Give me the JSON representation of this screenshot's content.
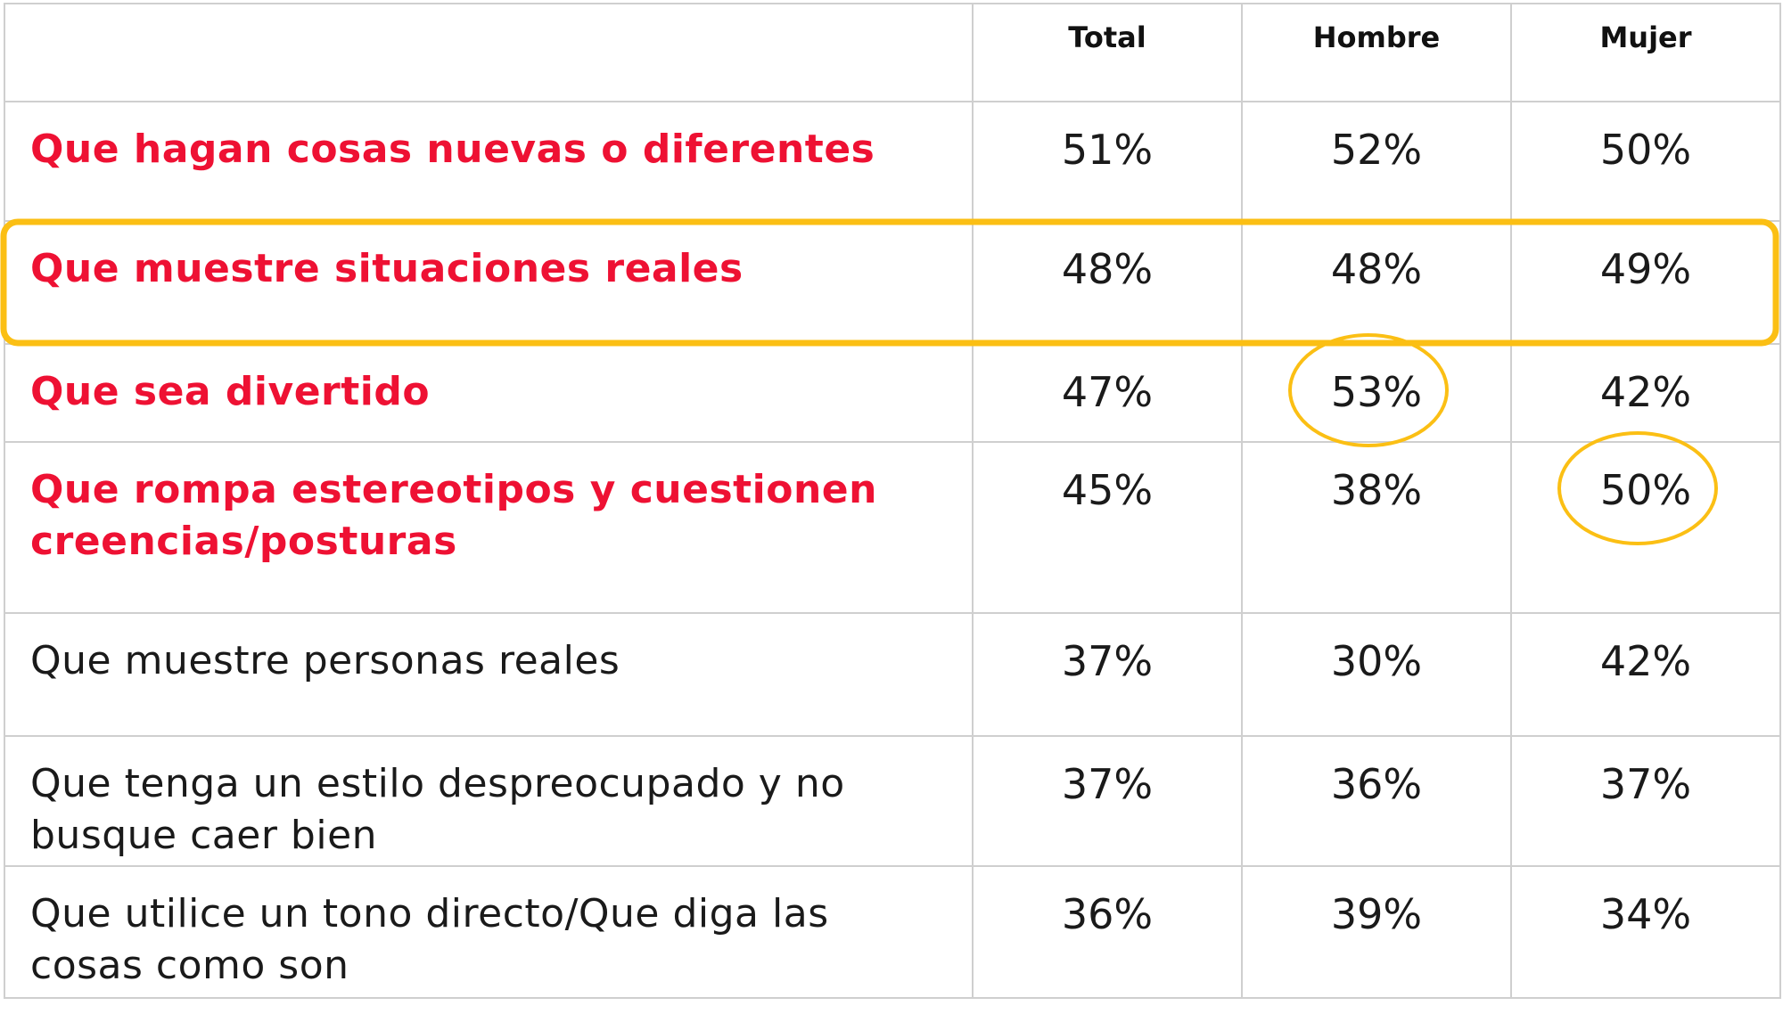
{
  "table": {
    "headers": [
      "",
      "Total",
      "Hombre",
      "Mujer"
    ],
    "rows": [
      {
        "label": "Que hagan cosas nuevas o diferentes",
        "highlight": true,
        "values": [
          "51%",
          "52%",
          "50%"
        ]
      },
      {
        "label": "Que muestre situaciones reales",
        "highlight": true,
        "values": [
          "48%",
          "48%",
          "49%"
        ]
      },
      {
        "label": "Que sea divertido",
        "highlight": true,
        "values": [
          "47%",
          "53%",
          "42%"
        ]
      },
      {
        "label": "Que rompa estereotipos y cuestionen creencias/posturas",
        "highlight": true,
        "values": [
          "45%",
          "38%",
          "50%"
        ]
      },
      {
        "label": "Que muestre personas reales",
        "highlight": false,
        "values": [
          "37%",
          "30%",
          "42%"
        ]
      },
      {
        "label": "Que tenga un estilo despreocupado y no busque caer bien",
        "highlight": false,
        "values": [
          "37%",
          "36%",
          "37%"
        ]
      },
      {
        "label": "Que utilice un tono directo/Que diga las cosas como son",
        "highlight": false,
        "values": [
          "36%",
          "39%",
          "34%"
        ]
      }
    ],
    "label_color": "#ee1133",
    "annotation_color": "#fbbf14",
    "boxed_row": 1,
    "circled_cells": [
      {
        "row": 2,
        "col": 1
      },
      {
        "row": 3,
        "col": 2
      }
    ]
  },
  "chart_data": {
    "type": "table",
    "columns": [
      "Total",
      "Hombre",
      "Mujer"
    ],
    "rows": [
      {
        "label": "Que hagan cosas nuevas o diferentes",
        "values": [
          51,
          52,
          50
        ]
      },
      {
        "label": "Que muestre situaciones reales",
        "values": [
          48,
          48,
          49
        ]
      },
      {
        "label": "Que sea divertido",
        "values": [
          47,
          53,
          42
        ]
      },
      {
        "label": "Que rompa estereotipos y cuestionen creencias/posturas",
        "values": [
          45,
          38,
          50
        ]
      },
      {
        "label": "Que muestre personas reales",
        "values": [
          37,
          30,
          42
        ]
      },
      {
        "label": "Que tenga un estilo despreocupado y no busque caer bien",
        "values": [
          37,
          36,
          37
        ]
      },
      {
        "label": "Que utilice un tono directo/Que diga las cosas como son",
        "values": [
          36,
          39,
          34
        ]
      }
    ]
  }
}
